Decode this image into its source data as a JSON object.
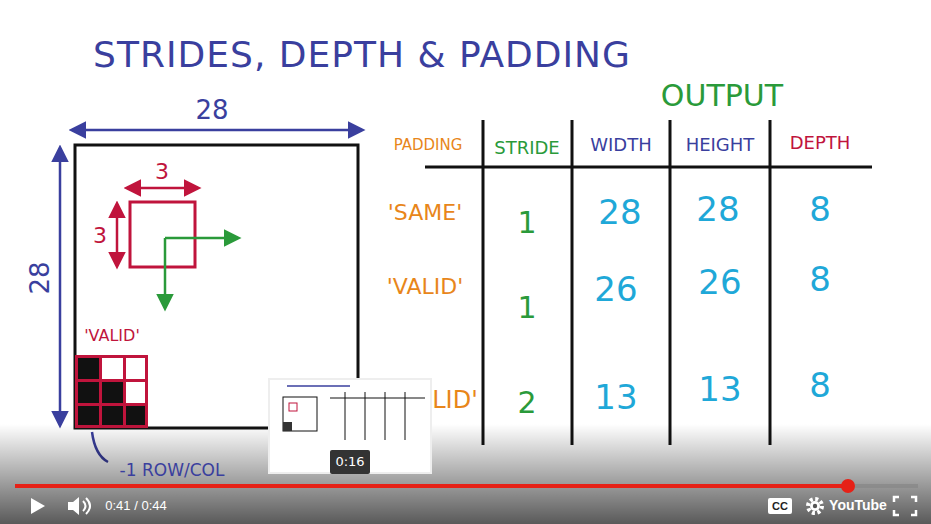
{
  "diagram": {
    "title": "STRIDES, DEPTH & PADDING",
    "labels": [
      "28",
      "28",
      "3",
      "3",
      "'VALID'",
      "-1 ROW/COL",
      "OUTPUT",
      "PADDING",
      "STRIDE",
      "WIDTH",
      "HEIGHT",
      "DEPTH",
      "'SAME'",
      "1",
      "28",
      "28",
      "8",
      "'VALID'",
      "1",
      "26",
      "26",
      "8",
      "LID'",
      "2",
      "13",
      "13",
      "8",
      "0:16",
      "0:41 / 0:44",
      "CC",
      "YouTube"
    ]
  }
}
